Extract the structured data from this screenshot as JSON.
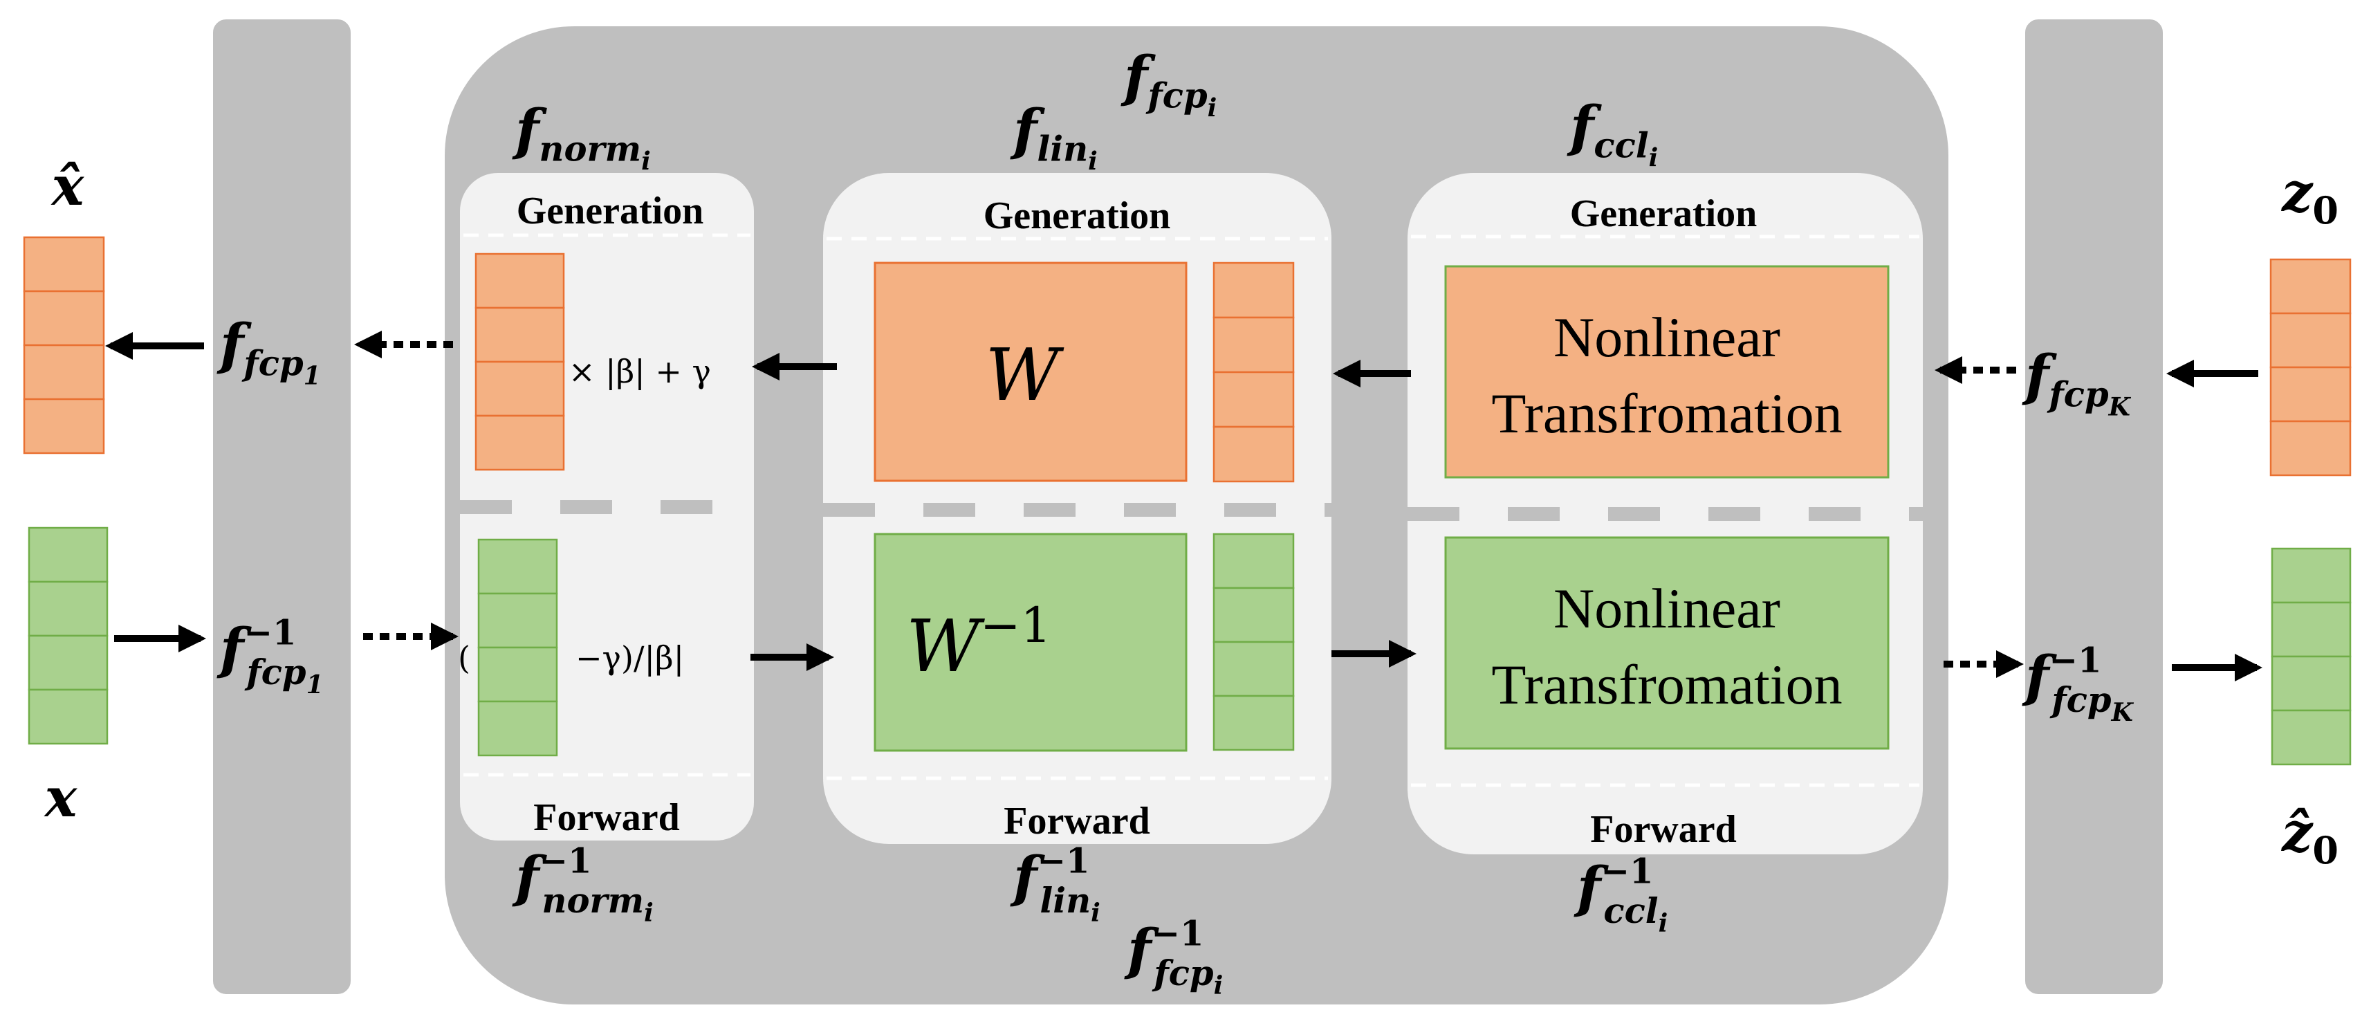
{
  "colors": {
    "orange_fill": "#F4B183",
    "orange_stroke": "#E97132",
    "green_fill": "#A9D18E",
    "green_stroke": "#70AD47",
    "outer_gray": "#BFBFBF",
    "inner_panel": "#F2F2F2",
    "divider": "#BFBFBF"
  },
  "labels": {
    "x_hat": "x̂",
    "x": "x",
    "z0": "z",
    "z0_sub": "0",
    "z0_hat": "ẑ",
    "z0_hat_sub": "0",
    "f_fcp_i": {
      "base": "f",
      "sub": "fcp",
      "subsub": "i"
    },
    "f_fcp_i_inv": {
      "base": "f",
      "sup": "−1",
      "sub": "fcp",
      "subsub": "i"
    },
    "f_fcp_1": {
      "base": "f",
      "sub": "fcp",
      "subsub": "1"
    },
    "f_fcp_1_inv": {
      "base": "f",
      "sup": "−1",
      "sub": "fcp",
      "subsub": "1"
    },
    "f_fcp_K": {
      "base": "f",
      "sub": "fcp",
      "subsub": "K"
    },
    "f_fcp_K_inv": {
      "base": "f",
      "sup": "−1",
      "sub": "fcp",
      "subsub": "K"
    },
    "f_norm_i": {
      "base": "f",
      "sub": "norm",
      "subsub": "i"
    },
    "f_norm_i_inv": {
      "base": "f",
      "sup": "−1",
      "sub": "norm",
      "subsub": "i"
    },
    "f_lin_i": {
      "base": "f",
      "sub": "lin",
      "subsub": "i"
    },
    "f_lin_i_inv": {
      "base": "f",
      "sup": "−1",
      "sub": "lin",
      "subsub": "i"
    },
    "f_ccl_i": {
      "base": "f",
      "sub": "ccl",
      "subsub": "i"
    },
    "f_ccl_i_inv": {
      "base": "f",
      "sup": "−1",
      "sub": "ccl",
      "subsub": "i"
    }
  },
  "panels": {
    "norm": {
      "top": "Generation",
      "bottom": "Forward",
      "gen_op": "× |β| + γ",
      "fwd_op_open": "(",
      "fwd_op_close": "−γ)/|β|"
    },
    "lin": {
      "top": "Generation",
      "bottom": "Forward",
      "gen_matrix": "W",
      "fwd_matrix": "W",
      "fwd_matrix_sup": "−1"
    },
    "ccl": {
      "top": "Generation",
      "bottom": "Forward",
      "gen_line1": "Nonlinear",
      "gen_line2": "Transfromation",
      "fwd_line1": "Nonlinear",
      "fwd_line2": "Transfromation"
    }
  }
}
